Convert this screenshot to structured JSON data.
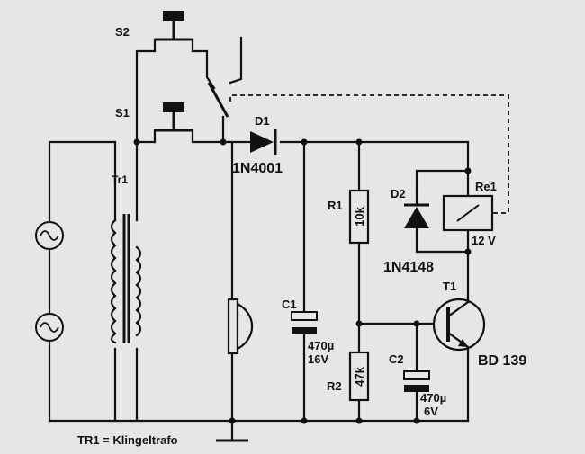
{
  "labels": {
    "s2": "S2",
    "s1": "S1",
    "d1": "D1",
    "d1_type": "1N4001",
    "tr1": "Tr1",
    "r1": "R1",
    "r1_value": "10k",
    "d2": "D2",
    "d2_type": "1N4148",
    "re1": "Re1",
    "re1_voltage": "12 V",
    "t1": "T1",
    "t1_type": "BD 139",
    "c1": "C1",
    "c1_cap": "470µ",
    "c1_volt": "16V",
    "r2": "R2",
    "r2_value": "47k",
    "c2": "C2",
    "c2_cap": "470µ",
    "c2_volt": "6V",
    "caption": "TR1 = Klingeltrafo"
  }
}
